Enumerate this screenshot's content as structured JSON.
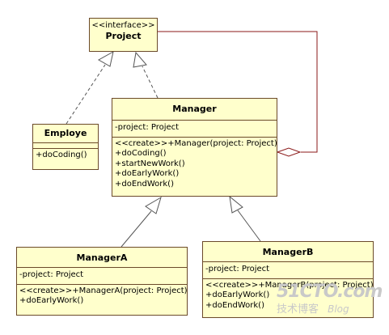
{
  "classes": {
    "project": {
      "stereotype": "<<interface>>",
      "name": "Project"
    },
    "employe": {
      "name": "Employe",
      "operations": [
        "+doCoding()"
      ]
    },
    "manager": {
      "name": "Manager",
      "attributes": [
        "-project: Project"
      ],
      "operations": [
        "<<create>>+Manager(project: Project)",
        "+doCoding()",
        "+startNewWork()",
        "+doEarlyWork()",
        "+doEndWork()"
      ]
    },
    "managerA": {
      "name": "ManagerA",
      "attributes": [
        "-project: Project"
      ],
      "operations": [
        "<<create>>+ManagerA(project: Project)",
        "+doEarlyWork()"
      ]
    },
    "managerB": {
      "name": "ManagerB",
      "attributes": [
        "-project: Project"
      ],
      "operations": [
        "<<create>>+ManagerB(project: Project)",
        "+doEarlyWork()",
        "+doEndWork()"
      ]
    }
  },
  "watermark": {
    "line1": "51CTO.com",
    "line2": "技术博客",
    "line3": "Blog"
  },
  "colors": {
    "box_fill": "#ffffcc",
    "box_border": "#6b4a2a",
    "association": "#8b1a1a",
    "dependency": "#555555"
  }
}
